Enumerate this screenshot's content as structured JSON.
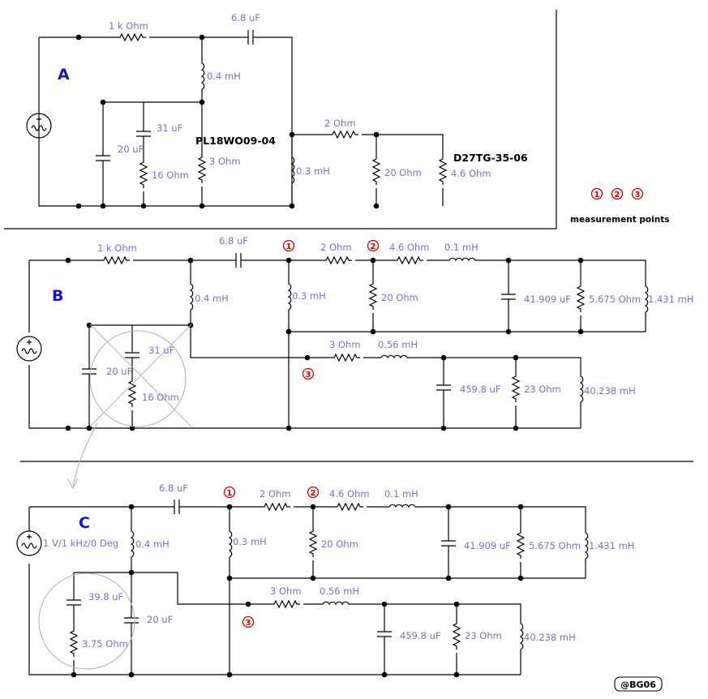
{
  "sections": {
    "a": "A",
    "b": "B",
    "c": "C"
  },
  "a": {
    "r1k": "1 k Ohm",
    "c68": "6.8 uF",
    "l04": "0.4 mH",
    "c31": "31 uF",
    "c20": "20 uF",
    "r16": "16  Ohm",
    "r3": "3  Ohm",
    "woofer": "PL18WO09-04",
    "l03": "0.3 mH",
    "r2": "2  Ohm",
    "r20": "20  Ohm",
    "tweeter": "D27TG-35-06",
    "r46": "4.6  Ohm"
  },
  "legend": {
    "m1": "1",
    "m2": "2",
    "m3": "3",
    "text": "measurement points"
  },
  "b": {
    "r1k": "1 k Ohm",
    "c68": "6.8 uF",
    "r2": "2  Ohm",
    "r46": "4.6  Ohm",
    "l01": "0.1 mH",
    "l04": "0.4 mH",
    "l03": "0.3 mH",
    "r20": "20  Ohm",
    "c41909": "41.909 uF",
    "r5675": "5.675  Ohm",
    "l1431": "1.431 mH",
    "c31": "31 uF",
    "c20": "20 uF",
    "r16": "16  Ohm",
    "r3": "3  Ohm",
    "l056": "0.56 mH",
    "c4598": "459.8 uF",
    "r23": "23  Ohm",
    "l40238": "40.238 mH",
    "m1": "1",
    "m2": "2",
    "m3": "3"
  },
  "c": {
    "c68": "6.8 uF",
    "r2": "2  Ohm",
    "r46": "4.6  Ohm",
    "l01": "0.1 mH",
    "source": "1 V/1 kHz/0 Deg",
    "l04": "0.4 mH",
    "l03": "0.3 mH",
    "r20": "20  Ohm",
    "c41909": "41.909 uF",
    "r5675": "5.675  Ohm",
    "l1431": "1.431 mH",
    "c398": "39.8 uF",
    "r375": "3.75  Ohm",
    "c20": "20 uF",
    "r3": "3  Ohm",
    "l056": "0.56 mH",
    "c4598": "459.8 uF",
    "r23": "23  Ohm",
    "l40238": "40.238 mH",
    "m1": "1",
    "m2": "2",
    "m3": "3"
  },
  "watermark": "@BG06"
}
